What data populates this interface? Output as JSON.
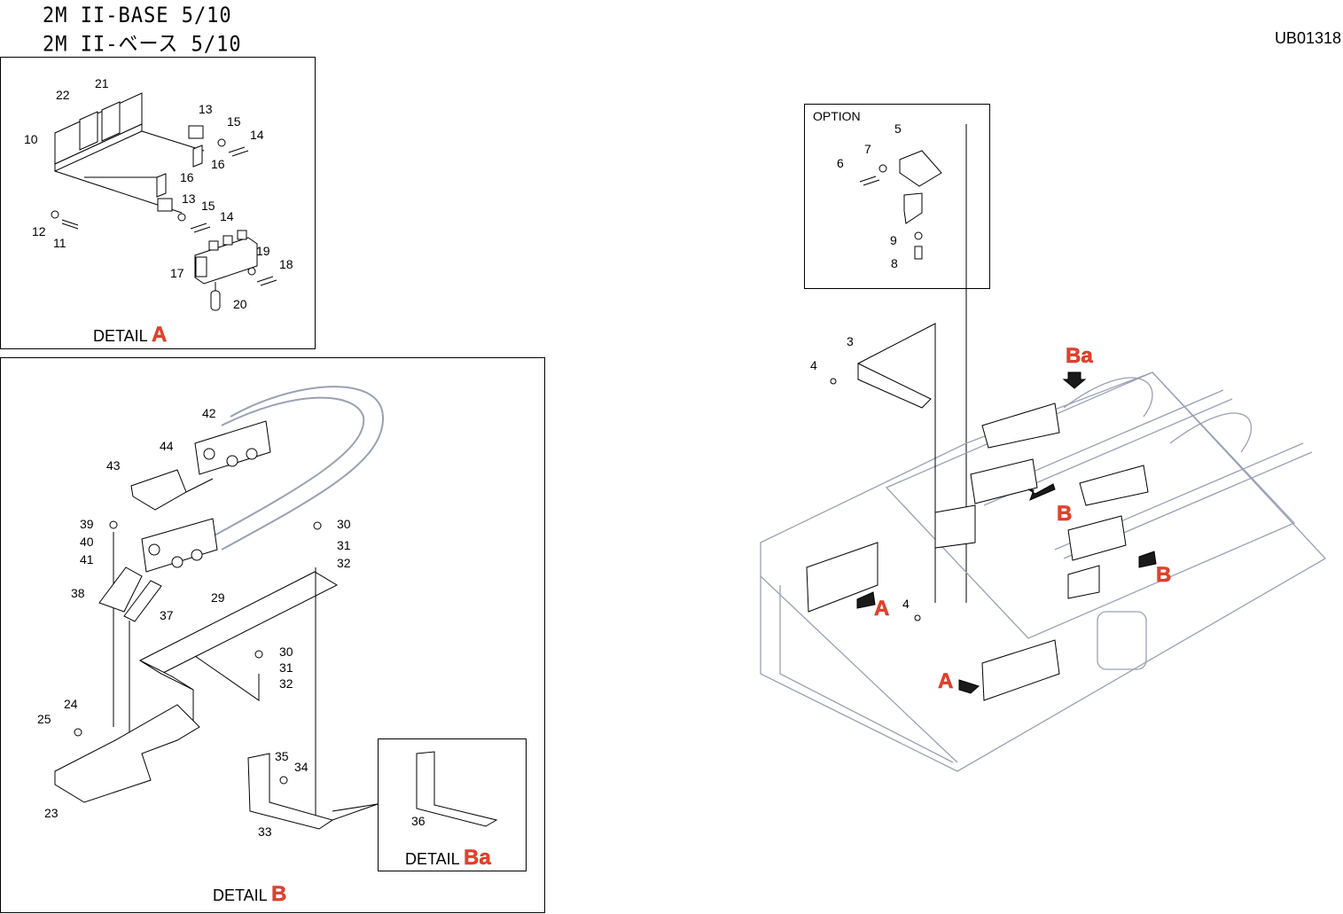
{
  "header": {
    "title_en": "2M II-BASE  5/10",
    "title_ja": "2M II-ベース  5/10",
    "doc_code": "UB01318"
  },
  "detail_a": {
    "label": "DETAIL",
    "letter": "A",
    "parts": [
      "21",
      "22",
      "10",
      "13",
      "15",
      "14",
      "16",
      "16",
      "13",
      "15",
      "14",
      "12",
      "11",
      "19",
      "18",
      "17",
      "20"
    ]
  },
  "detail_b": {
    "label": "DETAIL",
    "letter": "B",
    "parts": [
      "42",
      "44",
      "43",
      "39",
      "40",
      "41",
      "38",
      "37",
      "30",
      "31",
      "32",
      "29",
      "30",
      "31",
      "32",
      "24",
      "25",
      "23",
      "35",
      "34",
      "33"
    ]
  },
  "detail_ba": {
    "label": "DETAIL",
    "letter": "Ba",
    "parts": [
      "36"
    ]
  },
  "option": {
    "label": "OPTION",
    "parts": [
      "5",
      "7",
      "6",
      "9",
      "8"
    ]
  },
  "main_view": {
    "parts": [
      "3",
      "4",
      "4"
    ],
    "callouts": [
      "Ba",
      "B",
      "B",
      "A",
      "A"
    ]
  },
  "colors": {
    "callout": "#e8402a",
    "line": "#000000",
    "faint": "#9aa0b4"
  }
}
